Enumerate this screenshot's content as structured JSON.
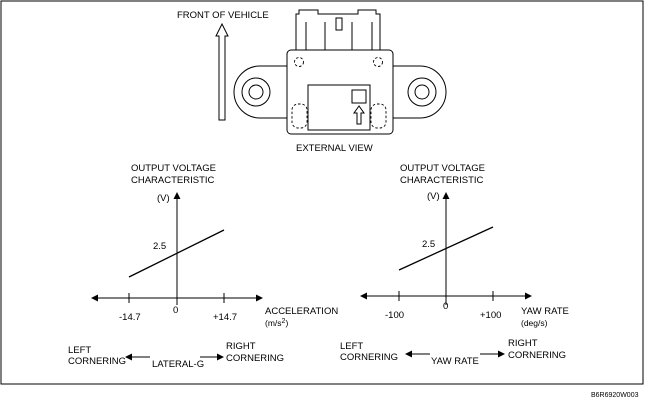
{
  "diagram": {
    "front_label": "FRONT OF VEHICLE",
    "external_view_label": "EXTERNAL VIEW",
    "figure_code": "B6R6920W003"
  },
  "chart_data": [
    {
      "type": "line",
      "title": "OUTPUT VOLTAGE CHARACTERISTIC",
      "title_lines": [
        "OUTPUT VOLTAGE",
        "CHARACTERISTIC"
      ],
      "ylabel": "(V)",
      "xlabel": "ACCELERATION",
      "xunit": "(m/s²)",
      "x_ticks": [
        "-14.7",
        "0",
        "+14.7"
      ],
      "y_ticks": [
        "2.5"
      ],
      "x": [
        -14.7,
        14.7
      ],
      "y_at_zero": 2.5,
      "left_label_lines": [
        "LEFT",
        "CORNERING"
      ],
      "right_label_lines": [
        "RIGHT",
        "CORNERING"
      ],
      "arrow_label": "LATERAL-G"
    },
    {
      "type": "line",
      "title": "OUTPUT VOLTAGE CHARACTERISTIC",
      "title_lines": [
        "OUTPUT VOLTAGE",
        "CHARACTERISTIC"
      ],
      "ylabel": "(V)",
      "xlabel": "YAW RATE",
      "xunit": "(deg/s)",
      "x_ticks": [
        "-100",
        "0",
        "+100"
      ],
      "y_ticks": [
        "2.5"
      ],
      "x": [
        -100,
        100
      ],
      "y_at_zero": 2.5,
      "left_label_lines": [
        "LEFT",
        "CORNERING"
      ],
      "right_label_lines": [
        "RIGHT",
        "CORNERING"
      ],
      "arrow_label": "YAW RATE"
    }
  ]
}
